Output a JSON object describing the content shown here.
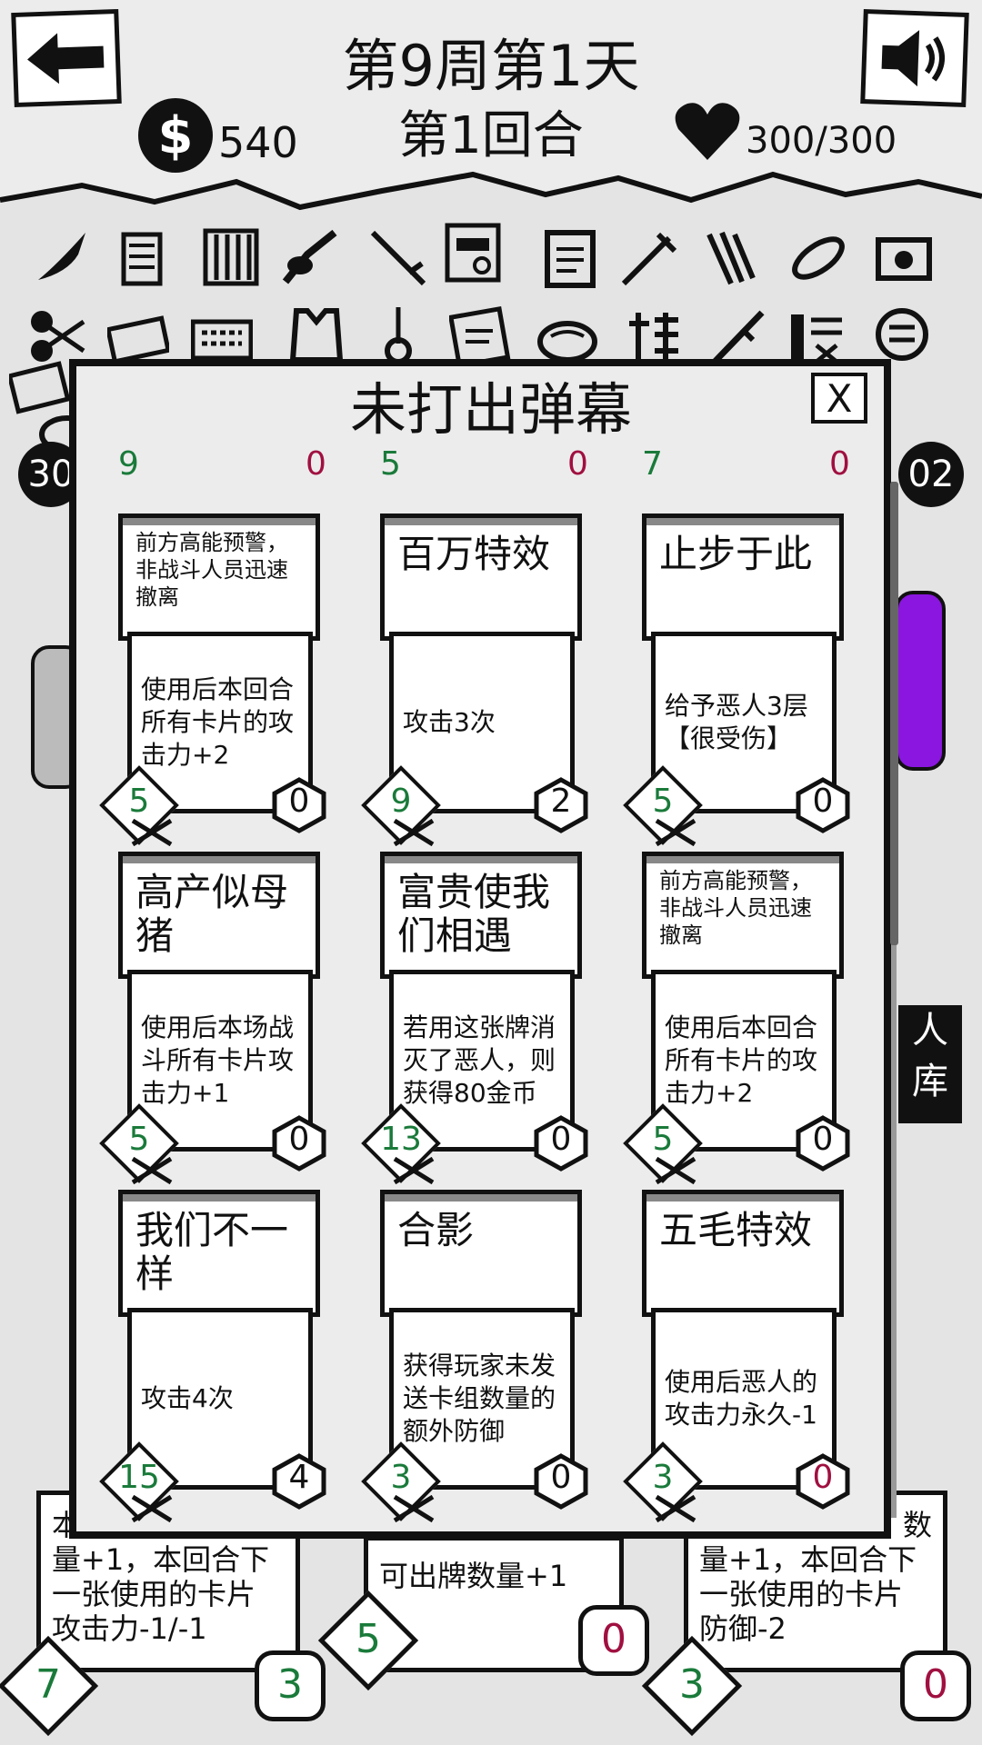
{
  "hud": {
    "title_line1": "第9周第1天",
    "title_line2": "第1回合",
    "money": "540",
    "money_icon": "$",
    "hp": "300/300"
  },
  "modal": {
    "title": "未打出弹幕",
    "close_label": "X",
    "peek_row": [
      {
        "cost": "9",
        "def": "0"
      },
      {
        "cost": "5",
        "def": "0"
      },
      {
        "cost": "7",
        "def": "0"
      }
    ],
    "cards": [
      {
        "name": "前方高能预警，非战斗人员迅速撤离",
        "desc": "使用后本回合所有卡片的攻击力+2",
        "cost": "5",
        "def": "0",
        "def_color": "dark"
      },
      {
        "name": "百万特效",
        "desc": "攻击3次",
        "cost": "9",
        "def": "2",
        "def_color": "dark"
      },
      {
        "name": "止步于此",
        "desc": "给予恶人3层【很受伤】",
        "cost": "5",
        "def": "0",
        "def_color": "dark"
      },
      {
        "name": "高产似母猪",
        "desc": "使用后本场战斗所有卡片攻击力+1",
        "cost": "5",
        "def": "0",
        "def_color": "dark"
      },
      {
        "name": "富贵使我们相遇",
        "desc": "若用这张牌消灭了恶人，则获得80金币",
        "cost": "13",
        "def": "0",
        "def_color": "dark"
      },
      {
        "name": "前方高能预警，非战斗人员迅速撤离",
        "desc": "使用后本回合所有卡片的攻击力+2",
        "cost": "5",
        "def": "0",
        "def_color": "dark"
      },
      {
        "name": "我们不一样",
        "desc": "攻击4次",
        "cost": "15",
        "def": "4",
        "def_color": "dark"
      },
      {
        "name": "合影",
        "desc": "获得玩家未发送卡组数量的额外防御",
        "cost": "3",
        "def": "0",
        "def_color": "dark"
      },
      {
        "name": "五毛特效",
        "desc": "使用后恶人的攻击力永久-1",
        "cost": "3",
        "def": "0",
        "def_color": "red"
      }
    ]
  },
  "background": {
    "left_badge": "30",
    "right_badge": "02",
    "right_button_line1": "人",
    "right_button_line2": "库",
    "hand": [
      {
        "text": "本\n量+1，本回合下一张使用的卡片攻击力-1/-1",
        "line1": "本",
        "line2": "量+1，本回合下",
        "line3": "一张使用的卡片",
        "line4": "攻击力-1/-1",
        "cost": "7",
        "def": "3"
      },
      {
        "text": "可出牌数量+1",
        "line1": "可出牌数量+1",
        "cost": "5",
        "def": "0"
      },
      {
        "text": "数量+1，本回合下一张使用的卡片防御-2",
        "line1": "数",
        "line2": "量+1，本回合下",
        "line3": "一张使用的卡片",
        "line4": "防御-2",
        "cost": "3",
        "def": "0"
      }
    ]
  },
  "colors": {
    "cost_green": "#1a7a3a",
    "def_red": "#a01040",
    "monster_purple": "#8a16e0"
  }
}
